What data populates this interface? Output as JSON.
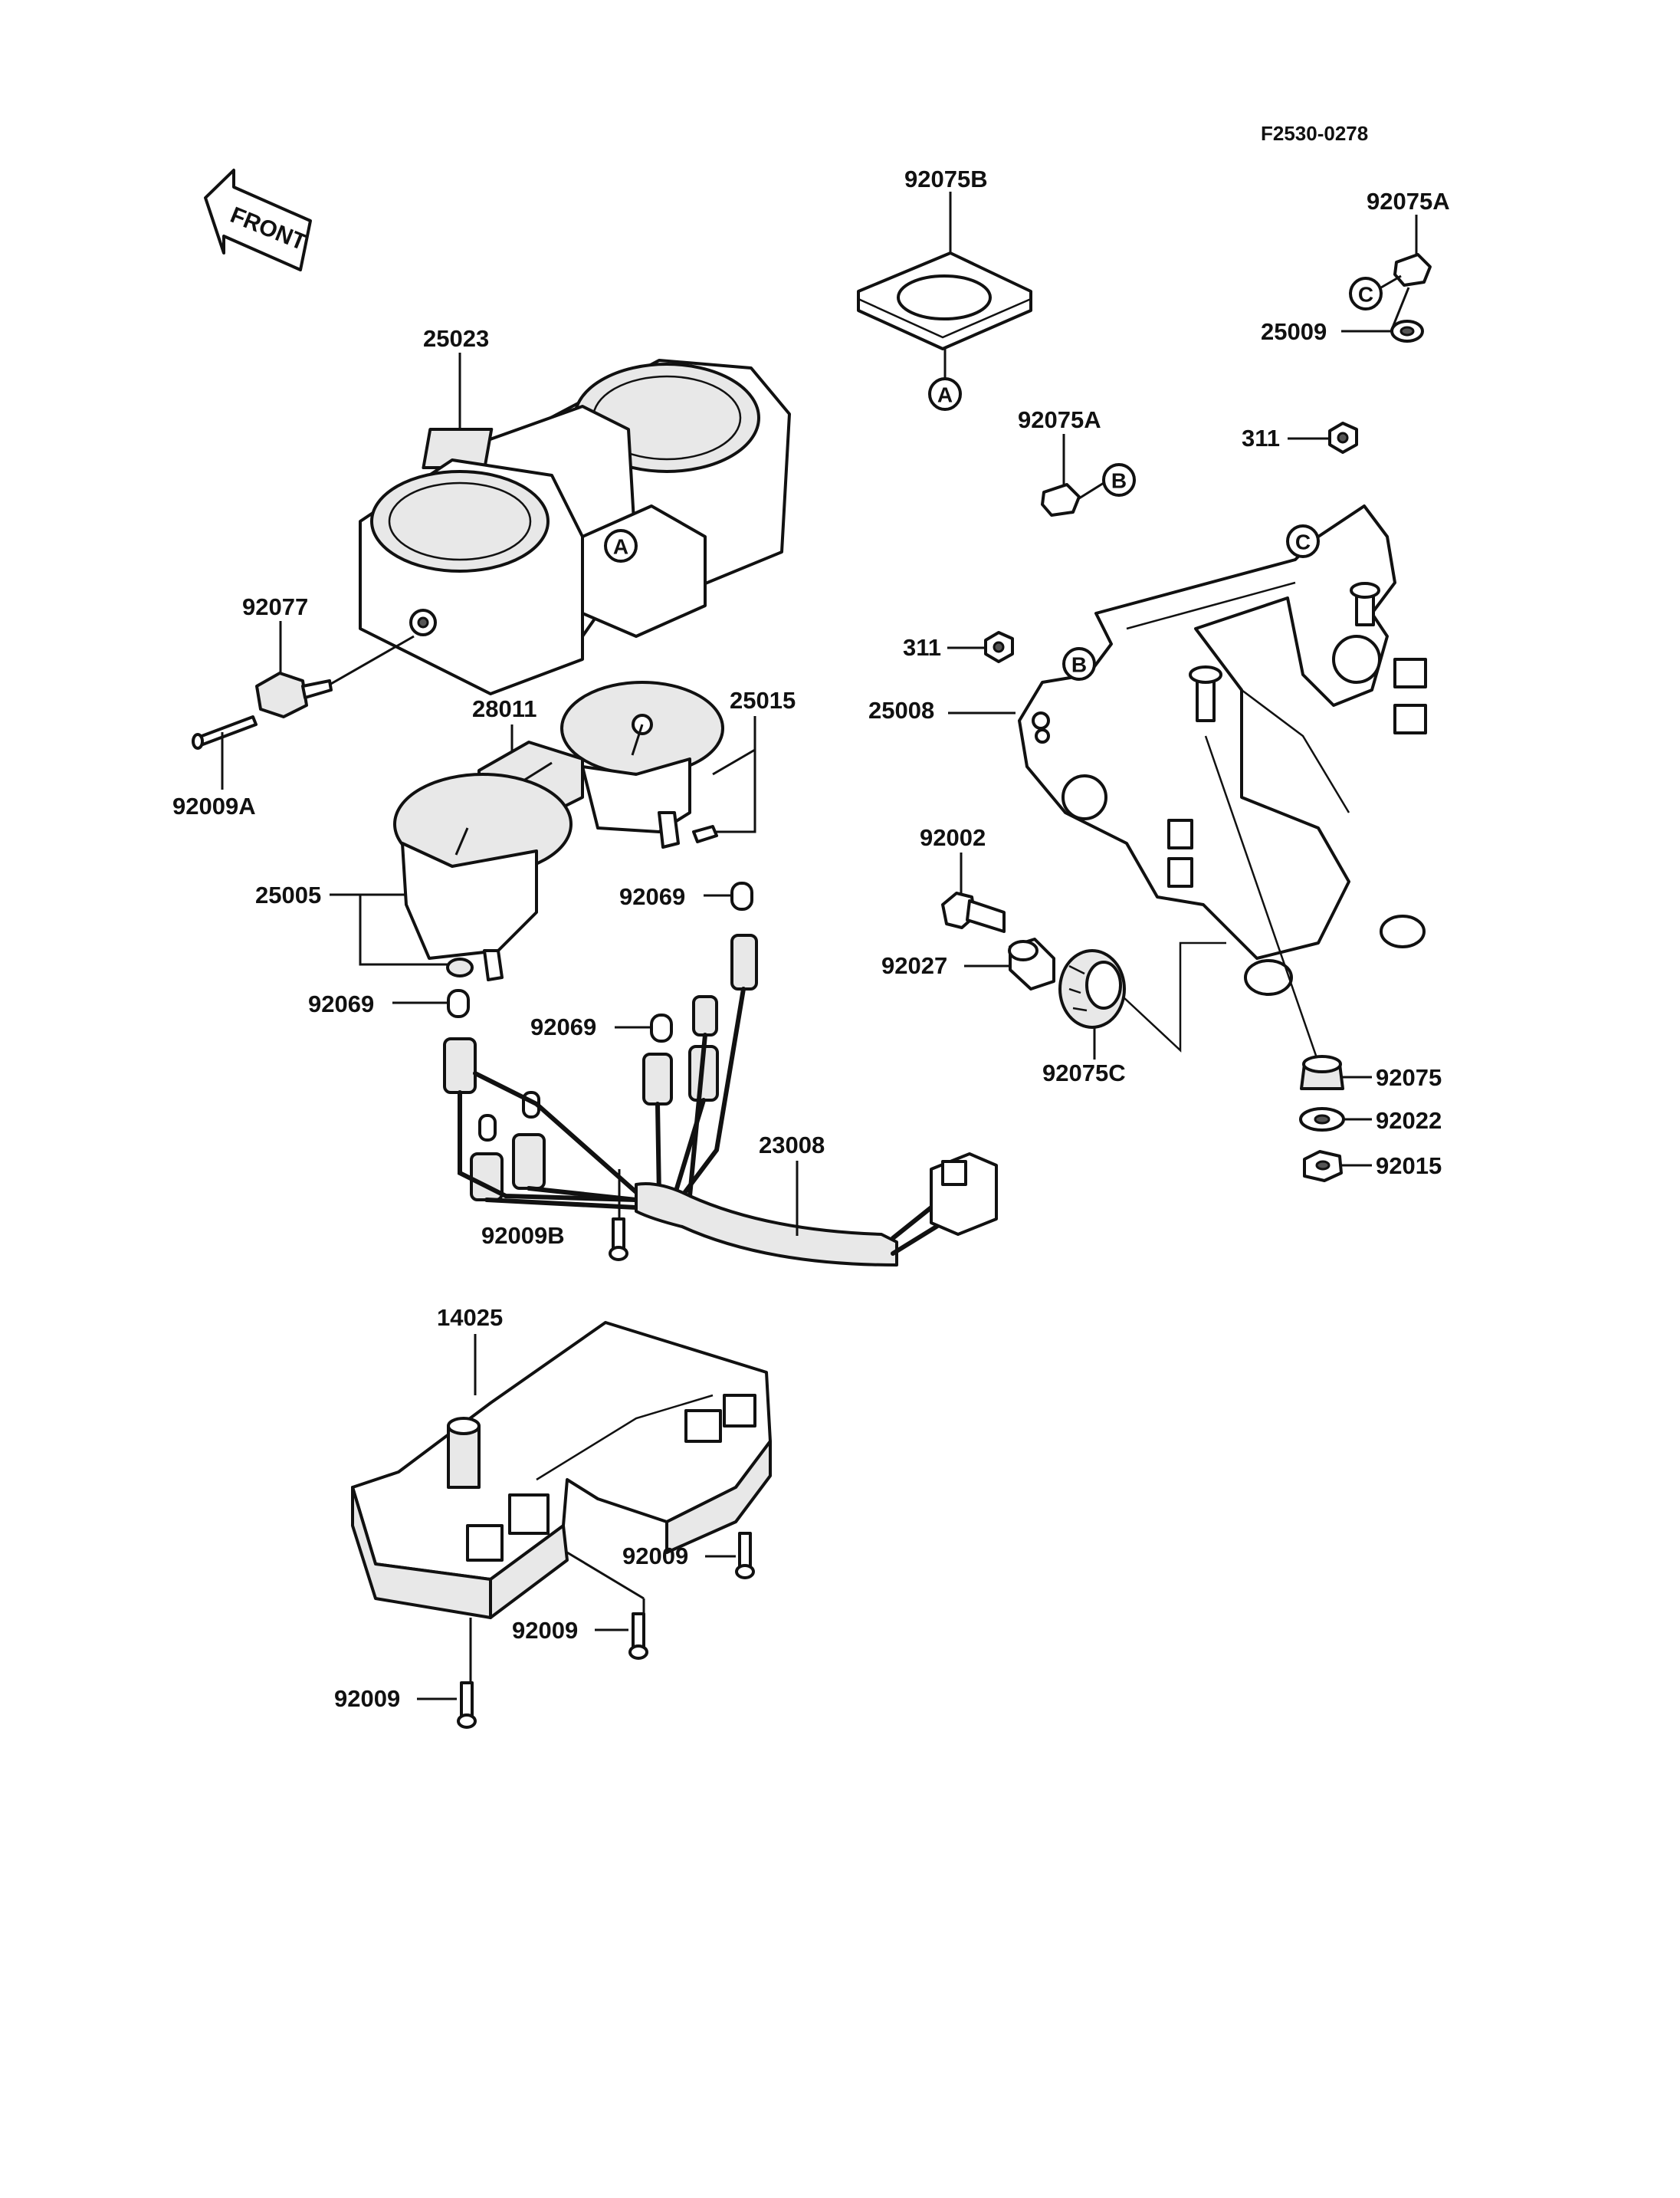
{
  "figure_code": "F2530-0278",
  "front_label": "FRONT",
  "labels": {
    "p92075B": "92075B",
    "p92075A_top": "92075A",
    "p25009": "25009",
    "p25023": "25023",
    "p92075A_mid": "92075A",
    "p311_top": "311",
    "p311_mid": "311",
    "p92077": "92077",
    "p92009A": "92009A",
    "p28011": "28011",
    "p25015": "25015",
    "p25008": "25008",
    "p25005": "25005",
    "p92069_a": "92069",
    "p92069_b": "92069",
    "p92069_c": "92069",
    "p92002": "92002",
    "p92027": "92027",
    "p92075C": "92075C",
    "p92075": "92075",
    "p92022": "92022",
    "p92015": "92015",
    "p23008": "23008",
    "p92009B": "92009B",
    "p14025": "14025",
    "p92009_a": "92009",
    "p92009_b": "92009",
    "p92009_c": "92009"
  },
  "callouts": {
    "A": "A",
    "B": "B",
    "C": "C"
  }
}
